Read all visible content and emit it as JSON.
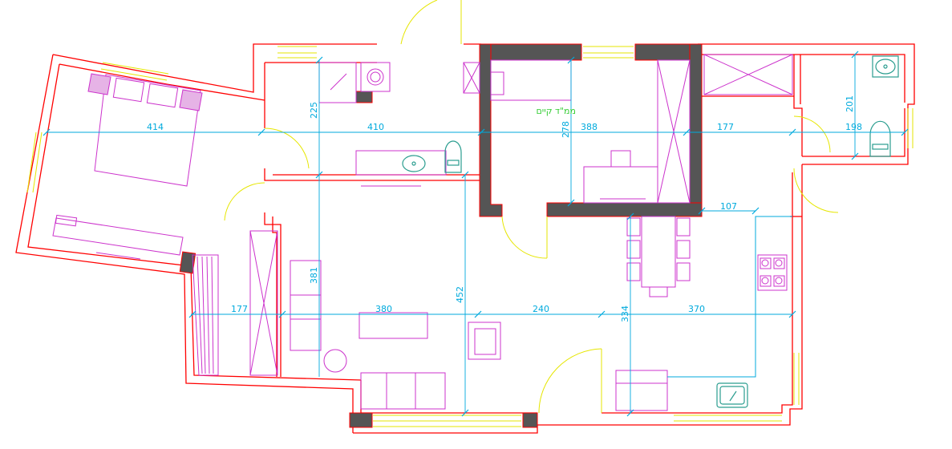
{
  "colors": {
    "wall": "#ff0000",
    "furniture": "#cc33cc",
    "dimension": "#00aadd",
    "window": "#e6e600",
    "door": "#e6e600",
    "concrete": "#555555",
    "label": "#33cc33",
    "fixture": "#2a9d8f"
  },
  "room_label": "ממ\"ד קיים",
  "dimensions": {
    "bedroom_width": "414",
    "corridor_width": "410",
    "mamad_width": "388",
    "entry_width": "177",
    "bath_width": "198",
    "laundry_height": "225",
    "mamad_height": "278",
    "bath_height": "201",
    "kitchen_counter": "107",
    "living_height": "381",
    "hall_height": "452",
    "kitchen_height": "334",
    "balcony_width": "177",
    "living_width": "380",
    "dining_width": "240",
    "kitchen_width": "370"
  }
}
